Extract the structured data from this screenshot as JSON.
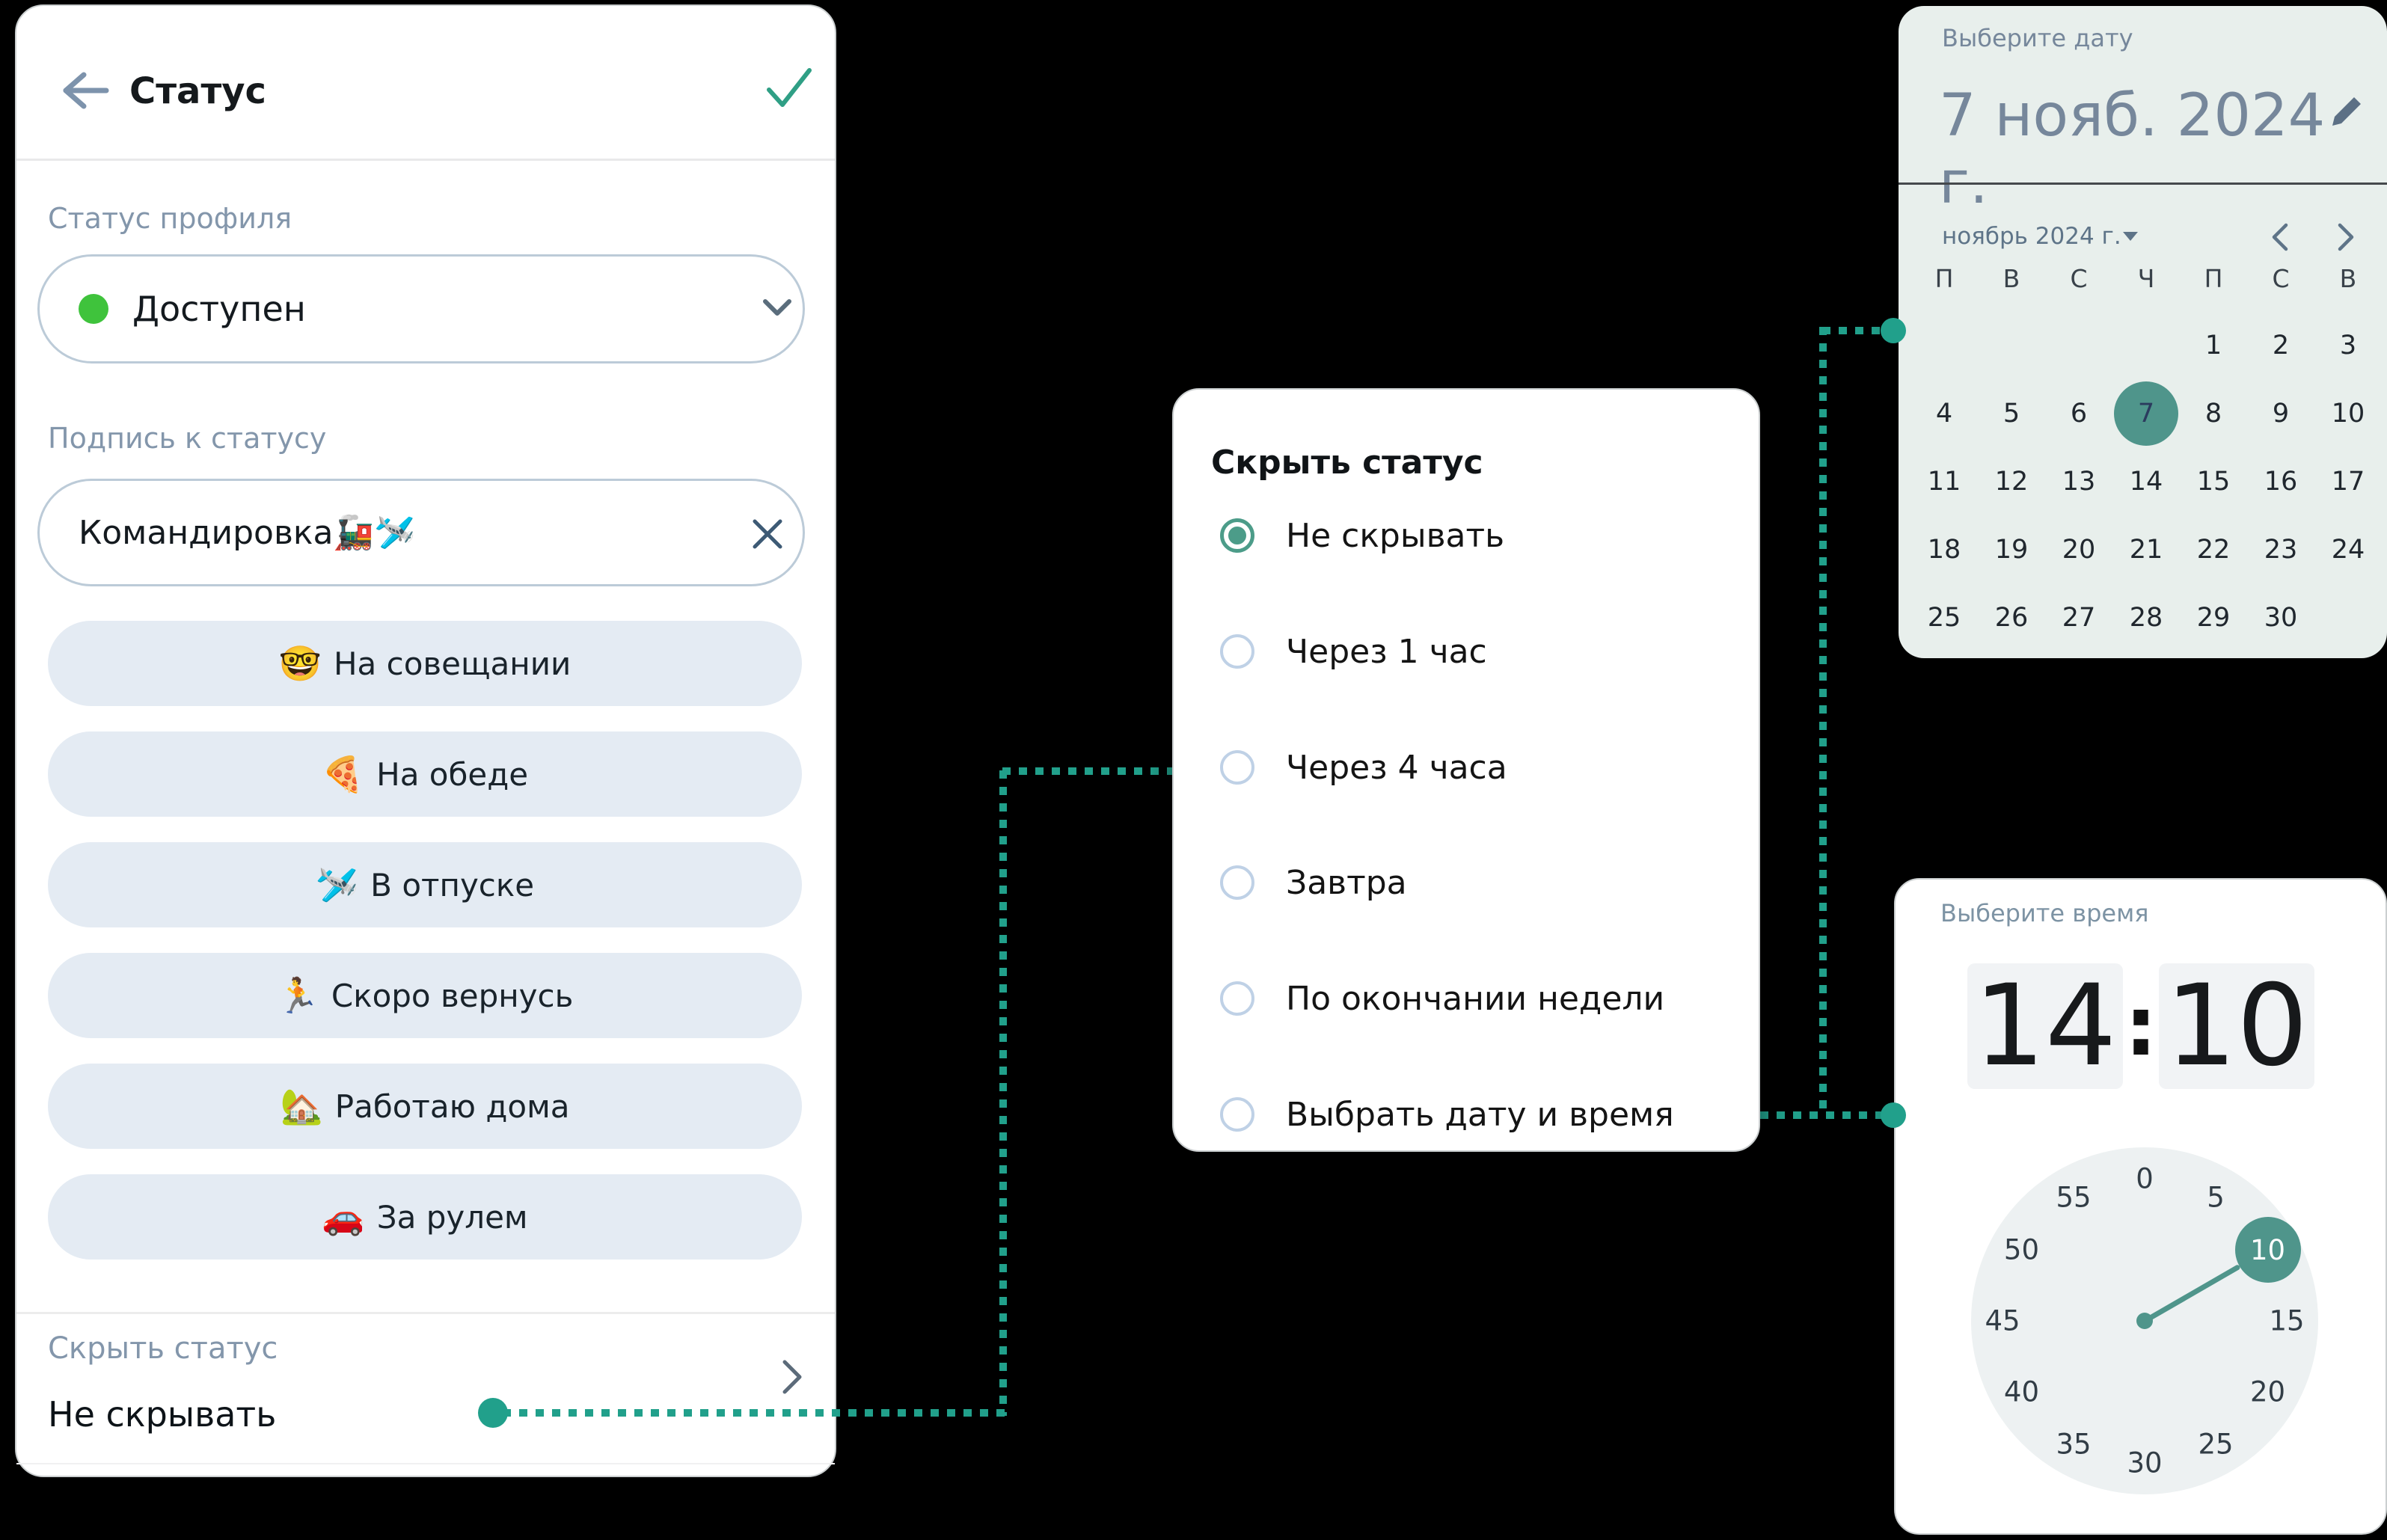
{
  "colors": {
    "accent": "#21a08b",
    "status_green": "#3fc33c",
    "radio_selected": "#4c9c89",
    "calendar_selected": "#4f958b",
    "clock_selected": "#4f958b"
  },
  "status_panel": {
    "title": "Статус",
    "profile_status": {
      "label": "Статус профиля",
      "value": "Доступен"
    },
    "caption": {
      "label": "Подпись к статусу",
      "value": "Командировка🚂🛩️"
    },
    "suggestions": [
      {
        "emoji": "🤓",
        "emoji_name": "nerd-face-emoji",
        "label": "На совещании"
      },
      {
        "emoji": "🍕",
        "emoji_name": "pizza-emoji",
        "label": "На обеде"
      },
      {
        "emoji": "🛩️",
        "emoji_name": "airplane-emoji",
        "label": "В отпуске"
      },
      {
        "emoji": "🏃",
        "emoji_name": "runner-emoji",
        "label": "Скоро вернусь"
      },
      {
        "emoji": "🏡",
        "emoji_name": "house-emoji",
        "label": "Работаю дома"
      },
      {
        "emoji": "🚗",
        "emoji_name": "car-emoji",
        "label": "За рулем"
      }
    ],
    "hide_status": {
      "label": "Скрыть статус",
      "value": "Не скрывать"
    }
  },
  "hide_status_popup": {
    "title": "Скрыть статус",
    "options": [
      {
        "label": "Не скрывать",
        "selected": true
      },
      {
        "label": "Через 1 час",
        "selected": false
      },
      {
        "label": "Через 4 часа",
        "selected": false
      },
      {
        "label": "Завтра",
        "selected": false
      },
      {
        "label": "По окончании недели",
        "selected": false
      },
      {
        "label": "Выбрать дату и время",
        "selected": false
      }
    ]
  },
  "date_picker": {
    "title": "Выберите дату",
    "selected_date": "7 нояб. 2024 г.",
    "month_label": "ноябрь 2024 г.",
    "weekdays": [
      "П",
      "В",
      "С",
      "Ч",
      "П",
      "С",
      "В"
    ],
    "weeks": [
      [
        "",
        "",
        "",
        "",
        "1",
        "2",
        "3"
      ],
      [
        "4",
        "5",
        "6",
        "7",
        "8",
        "9",
        "10"
      ],
      [
        "11",
        "12",
        "13",
        "14",
        "15",
        "16",
        "17"
      ],
      [
        "18",
        "19",
        "20",
        "21",
        "22",
        "23",
        "24"
      ],
      [
        "25",
        "26",
        "27",
        "28",
        "29",
        "30",
        ""
      ]
    ],
    "selected_day": "7"
  },
  "time_picker": {
    "title": "Выберите время",
    "hour": "14",
    "separator": ":",
    "minute": "10",
    "clock_minutes": [
      "0",
      "5",
      "10",
      "15",
      "20",
      "25",
      "30",
      "35",
      "40",
      "45",
      "50",
      "55"
    ],
    "selected_minute": "10"
  }
}
